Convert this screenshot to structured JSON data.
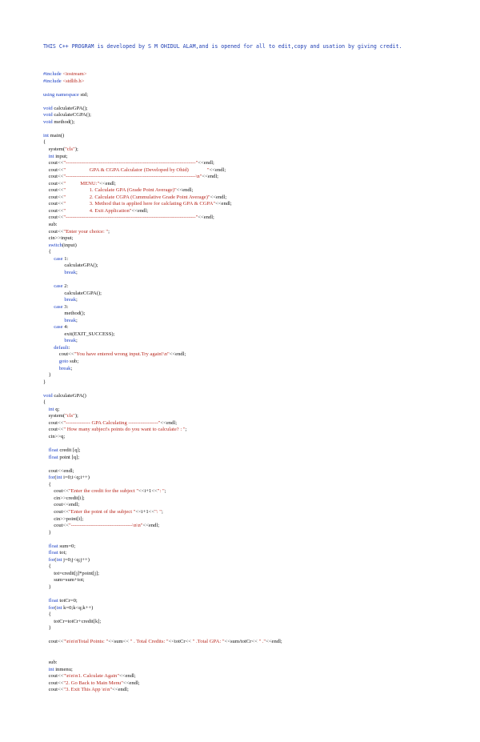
{
  "intro": {
    "text": "THIS C++ PROGRAM is developed by S M OHIDUL ALAM,and is opened for all to edit,copy and usation by giving credit."
  },
  "colors": {
    "keyword": "#1a3fc4",
    "string": "#b8281e",
    "default": "#111111",
    "intro": "#1f3fb4"
  },
  "code_lines": [
    [
      [
        "pp",
        "#include "
      ],
      [
        "inc",
        "<iostream>"
      ]
    ],
    [
      [
        "pp",
        "#include "
      ],
      [
        "inc",
        "<stdlib.h>"
      ]
    ],
    [],
    [
      [
        "kw",
        "using namespace"
      ],
      [
        "t",
        " std;"
      ]
    ],
    [],
    [
      [
        "kw",
        "void"
      ],
      [
        "t",
        " calculateGPA();"
      ]
    ],
    [
      [
        "kw",
        "void"
      ],
      [
        "t",
        " calculateCGPA();"
      ]
    ],
    [
      [
        "kw",
        "void"
      ],
      [
        "t",
        " method();"
      ]
    ],
    [],
    [
      [
        "kw",
        "int"
      ],
      [
        "t",
        " main()"
      ]
    ],
    [
      [
        "t",
        "{"
      ]
    ],
    [
      [
        "t",
        "    system("
      ],
      [
        "str",
        "\"cls\""
      ],
      [
        "t",
        ");"
      ]
    ],
    [
      [
        "t",
        "    "
      ],
      [
        "kw",
        "int"
      ],
      [
        "t",
        " input;"
      ]
    ],
    [
      [
        "t",
        "    cout<<"
      ],
      [
        "str",
        "\"--------------------------------------------------------------------------\""
      ],
      [
        "t",
        "<<endl;"
      ]
    ],
    [
      [
        "t",
        "    cout<<"
      ],
      [
        "str",
        "\"                  GPA & CGPA Calculator (Developed by Ohid)              \""
      ],
      [
        "t",
        "<<endl;"
      ]
    ],
    [
      [
        "t",
        "    cout<<"
      ],
      [
        "str",
        "\"--------------------------------------------------------------------------\\n\""
      ],
      [
        "t",
        "<<endl;"
      ]
    ],
    [
      [
        "t",
        "    cout<<"
      ],
      [
        "str",
        "\"           MENU:\""
      ],
      [
        "t",
        "<<endl;"
      ]
    ],
    [
      [
        "t",
        "    cout<<"
      ],
      [
        "str",
        "\"                  1. Calculate GPA (Grade Point Average)\""
      ],
      [
        "t",
        "<<endl;"
      ]
    ],
    [
      [
        "t",
        "    cout<<"
      ],
      [
        "str",
        "\"                  2. Calculate CGPA (Cummulative Grade Point Average)\""
      ],
      [
        "t",
        "<<endl;"
      ]
    ],
    [
      [
        "t",
        "    cout<<"
      ],
      [
        "str",
        "\"                  3. Method that is applied here for calclating GPA & CGPA\""
      ],
      [
        "t",
        "<<endl;"
      ]
    ],
    [
      [
        "t",
        "    cout<<"
      ],
      [
        "str",
        "\"                  4. Exit Application\""
      ],
      [
        "t",
        "<<endl;"
      ]
    ],
    [
      [
        "t",
        "    cout<<"
      ],
      [
        "str",
        "\"--------------------------------------------------------------------------\""
      ],
      [
        "t",
        "<<endl;"
      ]
    ],
    [
      [
        "t",
        "    sub:"
      ]
    ],
    [
      [
        "t",
        "    cout<<"
      ],
      [
        "str",
        "\"Enter your choice: \""
      ],
      [
        "t",
        ";"
      ]
    ],
    [
      [
        "t",
        "    cin>>input;"
      ]
    ],
    [
      [
        "t",
        "    "
      ],
      [
        "kw",
        "switch"
      ],
      [
        "t",
        "(input)"
      ]
    ],
    [
      [
        "t",
        "    {"
      ]
    ],
    [
      [
        "t",
        "        "
      ],
      [
        "kw",
        "case"
      ],
      [
        "t",
        " 1:"
      ]
    ],
    [
      [
        "t",
        "                calculateGPA();"
      ]
    ],
    [
      [
        "t",
        "                "
      ],
      [
        "kw",
        "break"
      ],
      [
        "t",
        ";"
      ]
    ],
    [],
    [
      [
        "t",
        "        "
      ],
      [
        "kw",
        "case"
      ],
      [
        "t",
        " 2:"
      ]
    ],
    [
      [
        "t",
        "                calculateCGPA();"
      ]
    ],
    [
      [
        "t",
        "                "
      ],
      [
        "kw",
        "break"
      ],
      [
        "t",
        ";"
      ]
    ],
    [
      [
        "t",
        "        "
      ],
      [
        "kw",
        "case"
      ],
      [
        "t",
        " 3:"
      ]
    ],
    [
      [
        "t",
        "                method();"
      ]
    ],
    [
      [
        "t",
        "                "
      ],
      [
        "kw",
        "break"
      ],
      [
        "t",
        ";"
      ]
    ],
    [
      [
        "t",
        "        "
      ],
      [
        "kw",
        "case"
      ],
      [
        "t",
        " 4:"
      ]
    ],
    [
      [
        "t",
        "                exit(EXIT_SUCCESS);"
      ]
    ],
    [
      [
        "t",
        "                "
      ],
      [
        "kw",
        "break"
      ],
      [
        "t",
        ";"
      ]
    ],
    [
      [
        "t",
        "        "
      ],
      [
        "kw",
        "default"
      ],
      [
        "t",
        ":"
      ]
    ],
    [
      [
        "t",
        "            cout<<"
      ],
      [
        "str",
        "\"You have entered wrong input.Try again!\\n\""
      ],
      [
        "t",
        "<<endl;"
      ]
    ],
    [
      [
        "t",
        "            "
      ],
      [
        "kw",
        "goto"
      ],
      [
        "t",
        " sub;"
      ]
    ],
    [
      [
        "t",
        "            "
      ],
      [
        "kw",
        "break"
      ],
      [
        "t",
        ";"
      ]
    ],
    [
      [
        "t",
        "    }"
      ]
    ],
    [
      [
        "t",
        "}"
      ]
    ],
    [],
    [
      [
        "kw",
        "void"
      ],
      [
        "t",
        " calculateGPA()"
      ]
    ],
    [
      [
        "t",
        "{"
      ]
    ],
    [
      [
        "t",
        "    "
      ],
      [
        "kw",
        "int"
      ],
      [
        "t",
        " q;"
      ]
    ],
    [
      [
        "t",
        "    system("
      ],
      [
        "str",
        "\"cls\""
      ],
      [
        "t",
        ");"
      ]
    ],
    [
      [
        "t",
        "    cout<<"
      ],
      [
        "str",
        "\"-------------- GPA Calculating -----------------\""
      ],
      [
        "t",
        "<<endl;"
      ]
    ],
    [
      [
        "t",
        "    cout<<"
      ],
      [
        "str",
        "\" How many subject's points do you want to calculate? : \""
      ],
      [
        "t",
        ";"
      ]
    ],
    [
      [
        "t",
        "    cin>>q;"
      ]
    ],
    [],
    [
      [
        "t",
        "    "
      ],
      [
        "kw",
        "float"
      ],
      [
        "t",
        " credit [q];"
      ]
    ],
    [
      [
        "t",
        "    "
      ],
      [
        "kw",
        "float"
      ],
      [
        "t",
        " point [q];"
      ]
    ],
    [],
    [
      [
        "t",
        "    cout<<endl;"
      ]
    ],
    [
      [
        "t",
        "    "
      ],
      [
        "kw",
        "for"
      ],
      [
        "t",
        "("
      ],
      [
        "kw",
        "int"
      ],
      [
        "t",
        " i=0;i<q;i++)"
      ]
    ],
    [
      [
        "t",
        "    {"
      ]
    ],
    [
      [
        "t",
        "        cout<<"
      ],
      [
        "str",
        "\"Enter the credit for the subject \""
      ],
      [
        "t",
        "<<i+1<<"
      ],
      [
        "str",
        "\": \""
      ],
      [
        "t",
        ";"
      ]
    ],
    [
      [
        "t",
        "        cin>>credit[i];"
      ]
    ],
    [
      [
        "t",
        "        cout<<endl;"
      ]
    ],
    [
      [
        "t",
        "        cout<<"
      ],
      [
        "str",
        "\"Enter the point of the subject \""
      ],
      [
        "t",
        "<<i+1<<"
      ],
      [
        "str",
        "\": \""
      ],
      [
        "t",
        ";"
      ]
    ],
    [
      [
        "t",
        "        cin>>point[i];"
      ]
    ],
    [
      [
        "t",
        "        cout<<"
      ],
      [
        "str",
        "\"-----------------------------------\\n\\n\""
      ],
      [
        "t",
        "<<endl;"
      ]
    ],
    [
      [
        "t",
        "    }"
      ]
    ],
    [],
    [
      [
        "t",
        "    "
      ],
      [
        "kw",
        "float"
      ],
      [
        "t",
        " sum=0;"
      ]
    ],
    [
      [
        "t",
        "    "
      ],
      [
        "kw",
        "float"
      ],
      [
        "t",
        " tot;"
      ]
    ],
    [
      [
        "t",
        "    "
      ],
      [
        "kw",
        "for"
      ],
      [
        "t",
        "("
      ],
      [
        "kw",
        "int"
      ],
      [
        "t",
        " j=0;j<q;j++)"
      ]
    ],
    [
      [
        "t",
        "    {"
      ]
    ],
    [
      [
        "t",
        "        tot=credit[j]*point[j];"
      ]
    ],
    [
      [
        "t",
        "        sum=sum+tot;"
      ]
    ],
    [
      [
        "t",
        "    }"
      ]
    ],
    [],
    [
      [
        "t",
        "    "
      ],
      [
        "kw",
        "float"
      ],
      [
        "t",
        " totCr=0;"
      ]
    ],
    [
      [
        "t",
        "    "
      ],
      [
        "kw",
        "for"
      ],
      [
        "t",
        "("
      ],
      [
        "kw",
        "int"
      ],
      [
        "t",
        " k=0;k<q;k++)"
      ]
    ],
    [
      [
        "t",
        "    {"
      ]
    ],
    [
      [
        "t",
        "        totCr=totCr+credit[k];"
      ]
    ],
    [
      [
        "t",
        "    }"
      ]
    ],
    [],
    [
      [
        "t",
        "    cout<<"
      ],
      [
        "str",
        "\"\\n\\n\\nTotal Points: \""
      ],
      [
        "t",
        "<<sum<< "
      ],
      [
        "str",
        "\" . Total Credits: \""
      ],
      [
        "t",
        "<<totCr<< "
      ],
      [
        "str",
        "\" .Total GPA: \""
      ],
      [
        "t",
        "<<sum/totCr<< "
      ],
      [
        "str",
        "\" .\""
      ],
      [
        "t",
        "<<endl;"
      ]
    ],
    [],
    [],
    [
      [
        "t",
        "    sub:"
      ]
    ],
    [
      [
        "t",
        "    "
      ],
      [
        "kw",
        "int"
      ],
      [
        "t",
        " inmenu;"
      ]
    ],
    [
      [
        "t",
        "    cout<<"
      ],
      [
        "str",
        "\"\\n\\n\\n1. Calculate Again\""
      ],
      [
        "t",
        "<<endl;"
      ]
    ],
    [
      [
        "t",
        "    cout<<"
      ],
      [
        "str",
        "\"2. Go Back to Main Menu\""
      ],
      [
        "t",
        "<<endl;"
      ]
    ],
    [
      [
        "t",
        "    cout<<"
      ],
      [
        "str",
        "\"3. Exit This App \\n\\n\""
      ],
      [
        "t",
        "<<endl;"
      ]
    ]
  ]
}
